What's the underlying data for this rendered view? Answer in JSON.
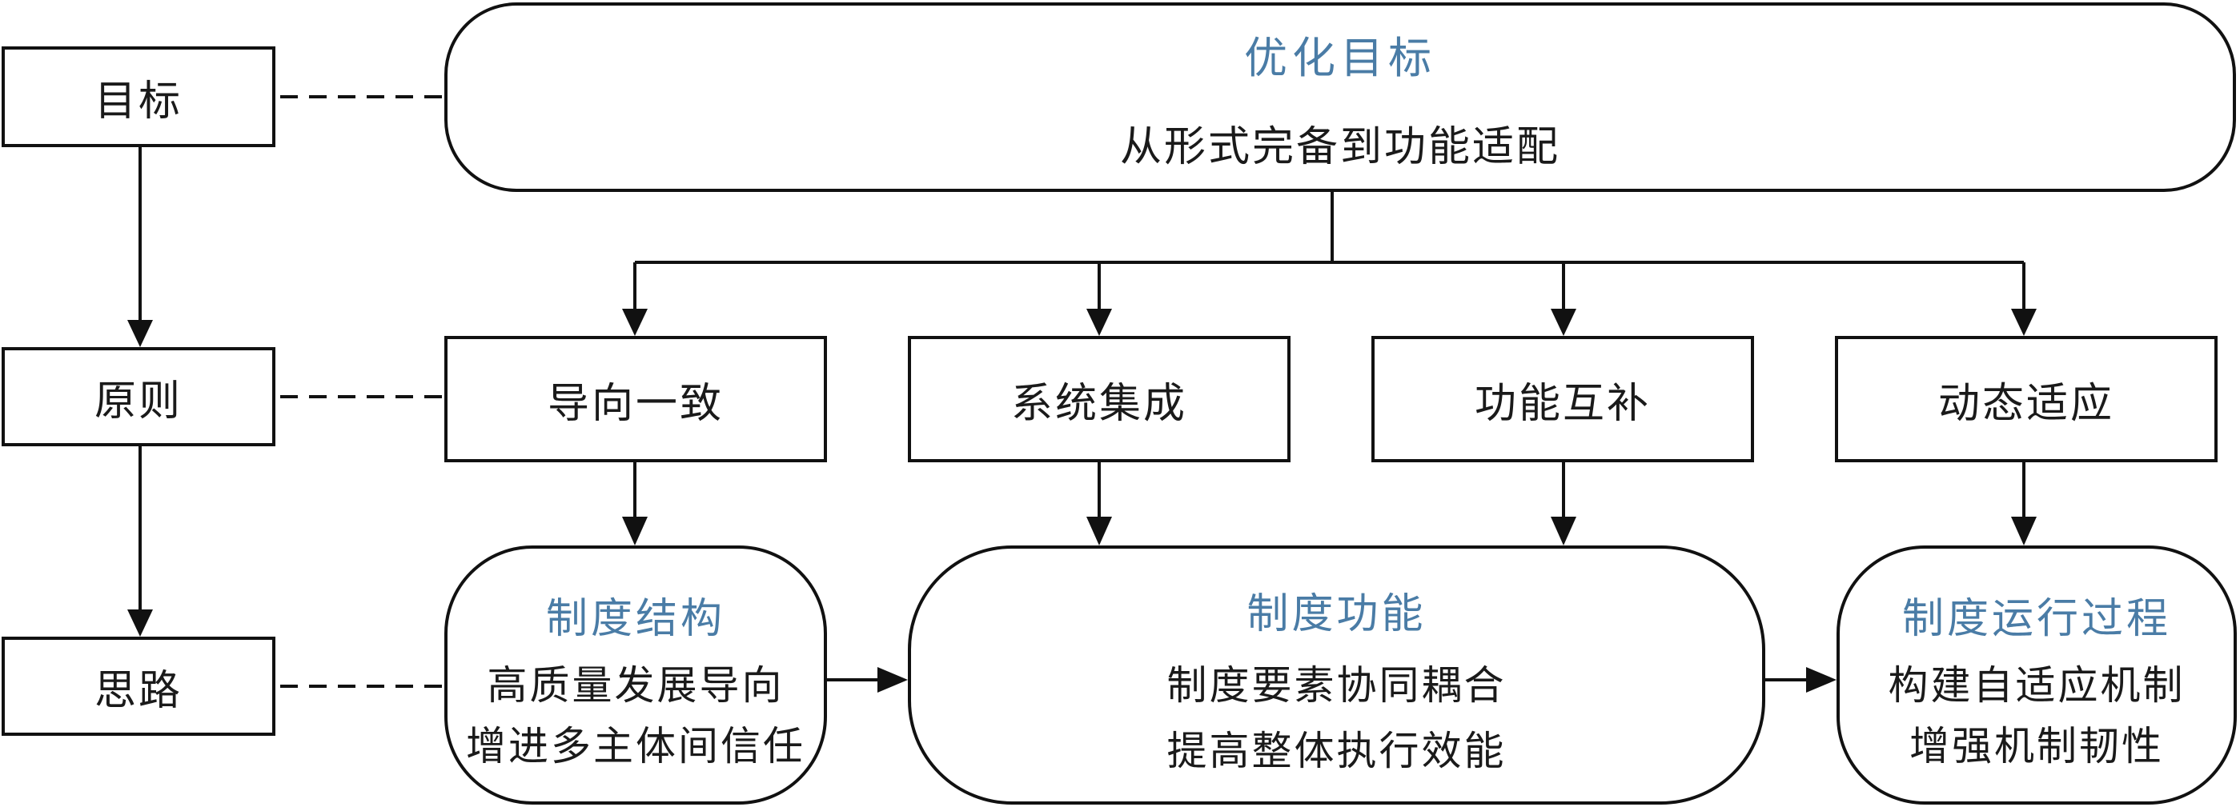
{
  "left_labels": {
    "goal": "目标",
    "principle": "原则",
    "approach": "思路"
  },
  "goal_box": {
    "title": "优化目标",
    "subtitle": "从形式完备到功能适配"
  },
  "principles": [
    "导向一致",
    "系统集成",
    "功能互补",
    "动态适应"
  ],
  "approach_boxes": {
    "structure": {
      "title": "制度结构",
      "lines": [
        "高质量发展导向",
        "增进多主体间信任"
      ]
    },
    "function": {
      "title": "制度功能",
      "lines": [
        "制度要素协同耦合",
        "提高整体执行效能"
      ]
    },
    "process": {
      "title": "制度运行过程",
      "lines": [
        "构建自适应机制",
        "增强机制韧性"
      ]
    }
  },
  "colors": {
    "title_blue": "#4a7ca6",
    "stroke": "#111111"
  }
}
